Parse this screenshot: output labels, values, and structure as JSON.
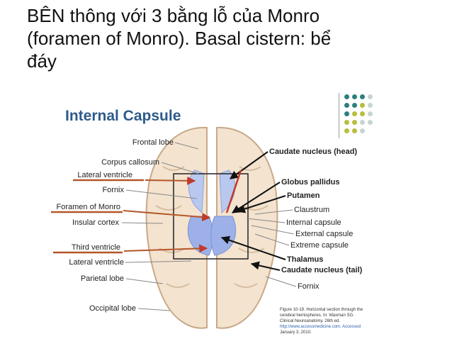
{
  "slide": {
    "title_line1": "BÊN thông với 3 bằng lỗ của Monro",
    "title_line2": "(foramen of Monro). Basal cistern: bể",
    "title_line3": "đáy"
  },
  "figure": {
    "heading": "Internal Capsule",
    "left_labels": [
      "Frontal lobe",
      "Corpus callosum",
      "Lateral ventricle",
      "Fornix",
      "Foramen of Monro",
      "Insular cortex",
      "Third ventricle",
      "Lateral ventricle",
      "Parietal lobe",
      "Occipital lobe"
    ],
    "right_labels": [
      "Caudate nucleus (head)",
      "Globus pallidus",
      "Putamen",
      "Claustrum",
      "Internal capsule",
      "External capsule",
      "Extreme capsule",
      "Thalamus",
      "Caudate nucleus (tail)",
      "Fornix"
    ],
    "caption_line1": "Figure 10-19. Horizontal section through the",
    "caption_line2": "cerebral hemispheres. In: Waxman SG.",
    "caption_line3": "Clinical Neuroanatomy. 26th ed.",
    "caption_line4": "http://www.accessmedicine.com. Accessed",
    "caption_line5": "January 3, 2010."
  },
  "colors": {
    "heading": "#2f5a8a",
    "brain_fill": "#f3e3cf",
    "brain_stroke": "#c8a98a",
    "ventricle": "#b9c8ef",
    "thalamus": "#9db1e8",
    "underline": "#b5562a",
    "arrow_red": "#c0392b",
    "dot_teal": "#2d7f7c",
    "dot_olive": "#b7be3c",
    "dot_grey": "#c8d4d2"
  },
  "icons": [
    "dot-grid-decoration-icon",
    "brain-section-diagram-icon"
  ]
}
